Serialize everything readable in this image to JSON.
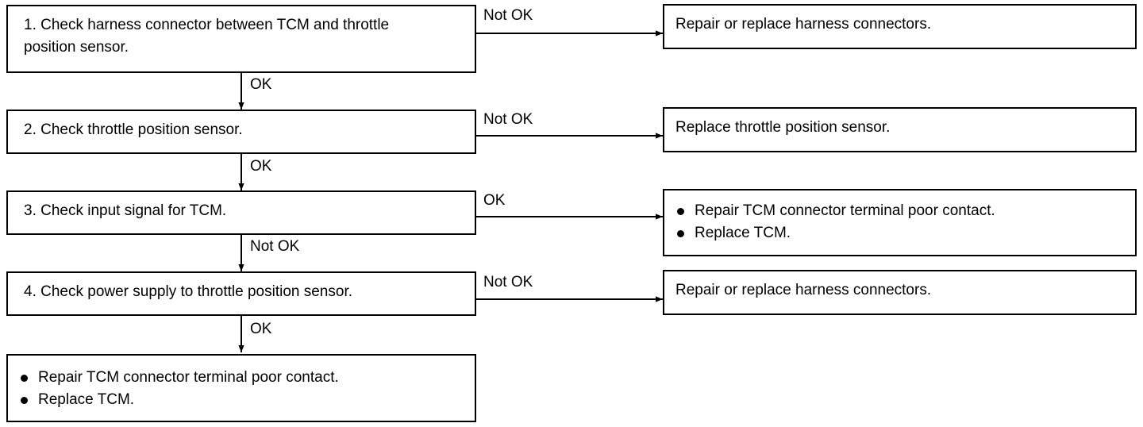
{
  "steps": [
    {
      "text": "1.  Check harness connector between TCM and throttle\nposition sensor."
    },
    {
      "text": "2.  Check throttle position sensor."
    },
    {
      "text": "3.  Check input signal for TCM."
    },
    {
      "text": "4.  Check power supply to throttle position sensor."
    }
  ],
  "outcomes": {
    "step1": "Repair or replace harness connectors.",
    "step2": "Replace throttle position sensor.",
    "step3": [
      "Repair TCM connector terminal poor contact.",
      "Replace TCM."
    ],
    "step4": "Repair or replace harness connectors.",
    "final": [
      "Repair TCM connector terminal poor contact.",
      "Replace TCM."
    ]
  },
  "branch_labels": {
    "s1_right": "Not OK",
    "s1_down": "OK",
    "s2_right": "Not OK",
    "s2_down": "OK",
    "s3_right": "OK",
    "s3_down": "Not OK",
    "s4_right": "Not OK",
    "s4_down": "OK"
  },
  "colors": {
    "line": "#000000",
    "background": "#ffffff"
  }
}
